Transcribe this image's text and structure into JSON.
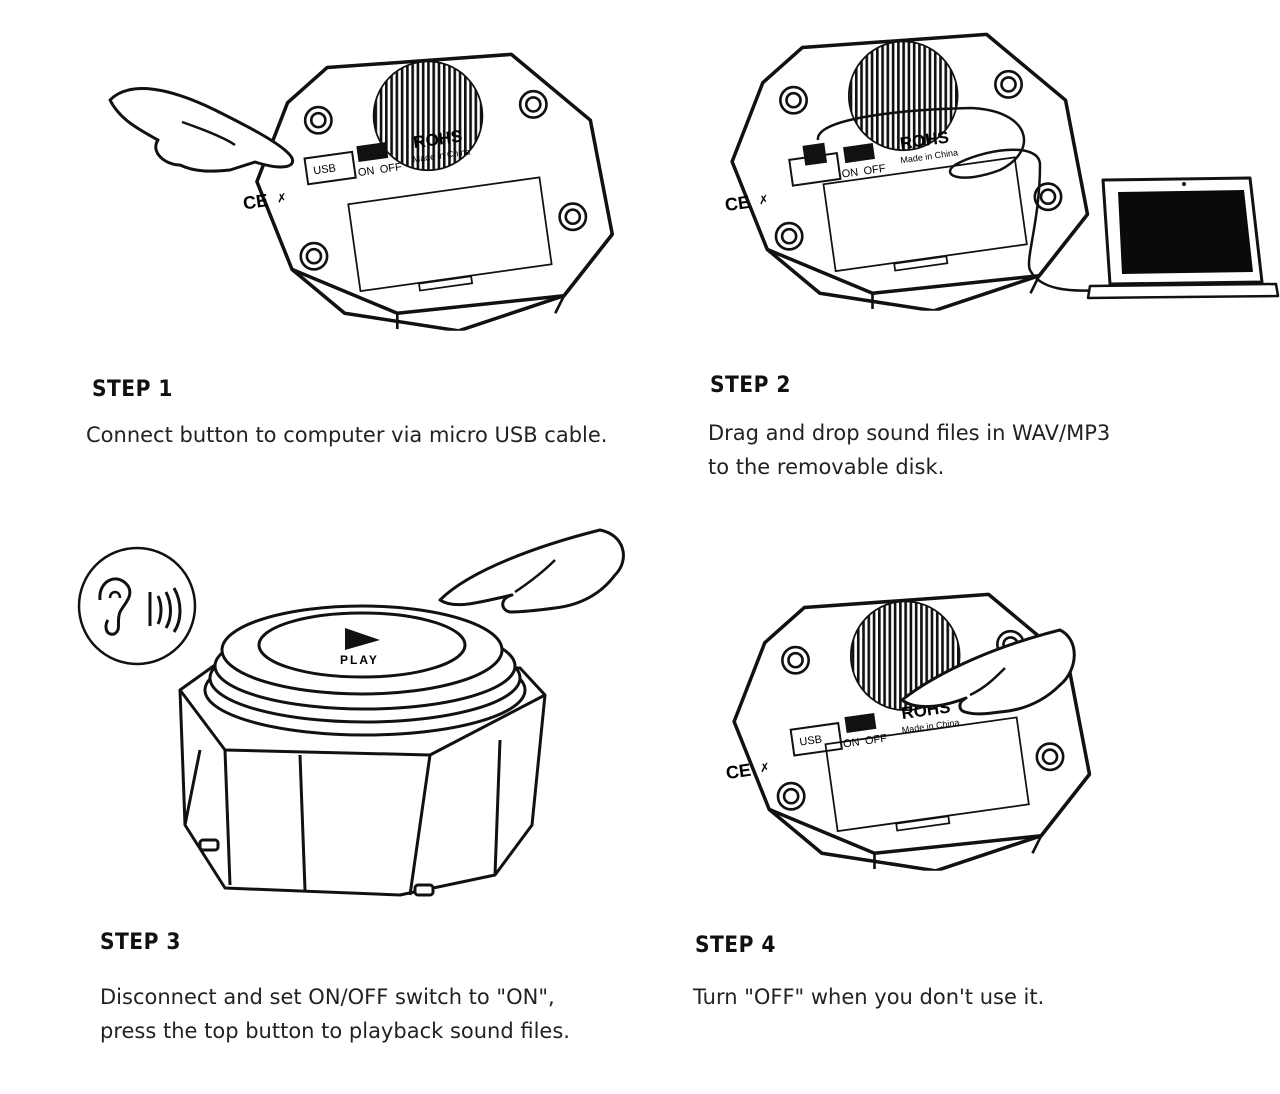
{
  "device": {
    "rohs": "ROHS",
    "made_in": "Made in China",
    "usb": "USB",
    "on": "ON",
    "off": "OFF",
    "ce": "CE",
    "play": "PLAY"
  },
  "steps": [
    {
      "title": "STEP 1",
      "lines": [
        "Connect button to computer via micro USB cable."
      ]
    },
    {
      "title": "STEP 2",
      "lines": [
        "Drag and drop sound files in WAV/MP3",
        "to the removable disk."
      ]
    },
    {
      "title": "STEP 3",
      "lines": [
        "Disconnect and set ON/OFF switch to \"ON\",",
        "press the top button to playback sound files."
      ]
    },
    {
      "title": "STEP 4",
      "lines": [
        "Turn \"OFF\" when you don't use it."
      ]
    }
  ],
  "colors": {
    "ink": "#111111",
    "screen": "#0a0a0a",
    "background": "#ffffff"
  }
}
